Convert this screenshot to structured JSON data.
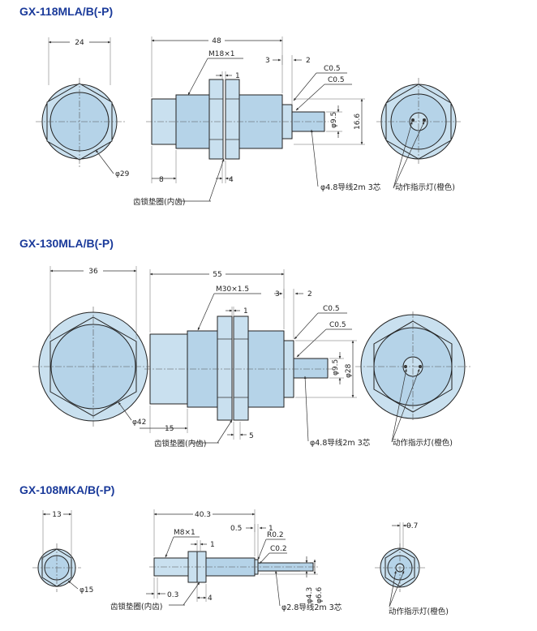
{
  "sections": [
    {
      "title": "GX-118MLA/B(-P)",
      "dims": {
        "face_width": "24",
        "face_diameter": "φ29",
        "length": "48",
        "thread": "M18×1",
        "nut_thickness": "1",
        "top_3": "3",
        "top_2": "2",
        "chamfer_1": "C0.5",
        "chamfer_2": "C0.5",
        "dia_small": "φ9.5",
        "dia_large": "16.6",
        "front_len": "8",
        "nut_width": "4",
        "cable": "φ4.8导线2m 3芯",
        "washer": "齿锁垫圈(内齿)",
        "indicator": "动作指示灯(橙色)"
      }
    },
    {
      "title": "GX-130MLA/B(-P)",
      "dims": {
        "face_width": "36",
        "face_diameter": "φ42",
        "length": "55",
        "thread": "M30×1.5",
        "nut_thickness": "1",
        "top_3": "3",
        "top_2": "2",
        "chamfer_1": "C0.5",
        "chamfer_2": "C0.5",
        "dia_small": "φ9.5",
        "dia_large": "φ28",
        "front_len": "15",
        "nut_width": "5",
        "cable": "φ4.8导线2m 3芯",
        "washer": "齿锁垫圈(内齿)",
        "indicator": "动作指示灯(橙色)"
      }
    },
    {
      "title": "GX-108MKA/B(-P)",
      "dims": {
        "face_width": "13",
        "face_diameter": "φ15",
        "length": "40.3",
        "thread": "M8×1",
        "nut_thickness": "1",
        "top_05": "0.5",
        "top_1": "1",
        "radius": "R0.2",
        "chamfer": "C0.2",
        "front_len": "0.3",
        "dia_small": "φ4.3",
        "dia_large": "φ6.6",
        "nut_width": "4",
        "cable": "φ2.8导线2m 3芯",
        "washer": "齿锁垫圈(内齿)",
        "indicator": "动作指示灯(橙色)",
        "indicator_offset": "0.7"
      }
    }
  ]
}
